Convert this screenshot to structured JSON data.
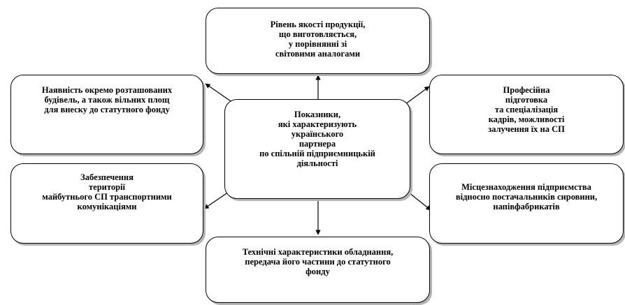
{
  "diagram": {
    "center": "Показники,\nякі характеризують\nукраїнського\nпартнера\nпо спільній підприємницькій\nдіяльності",
    "top": "Рівень якості продукції,\nщо  виготовляється,\nу порівнянні зі\nсвітовими аналогами",
    "left_top": "Наявність окремо розташованих\nбудівель, а також вільних площ\nдля внеску до статутного фонду",
    "right_top": "Професійна\nпідготовка\nта спеціалізація\nкадрів,  можливості\nзалучення їх на СП",
    "left_bottom": "Забезпечення\nтериторії\nмайбутнього СП транспортними\nкомунікаціями",
    "right_bottom": "Місцезнаходження підприємства\nвідносно постачальників сировини,\nнапівфабрикатів",
    "bottom": "Технічні характеристики обладнання,\nпередача його частини  до статутного\nфонду"
  },
  "colors": {
    "stroke": "#000000",
    "shadow": "#b5b5b5",
    "background": "#ffffff"
  }
}
